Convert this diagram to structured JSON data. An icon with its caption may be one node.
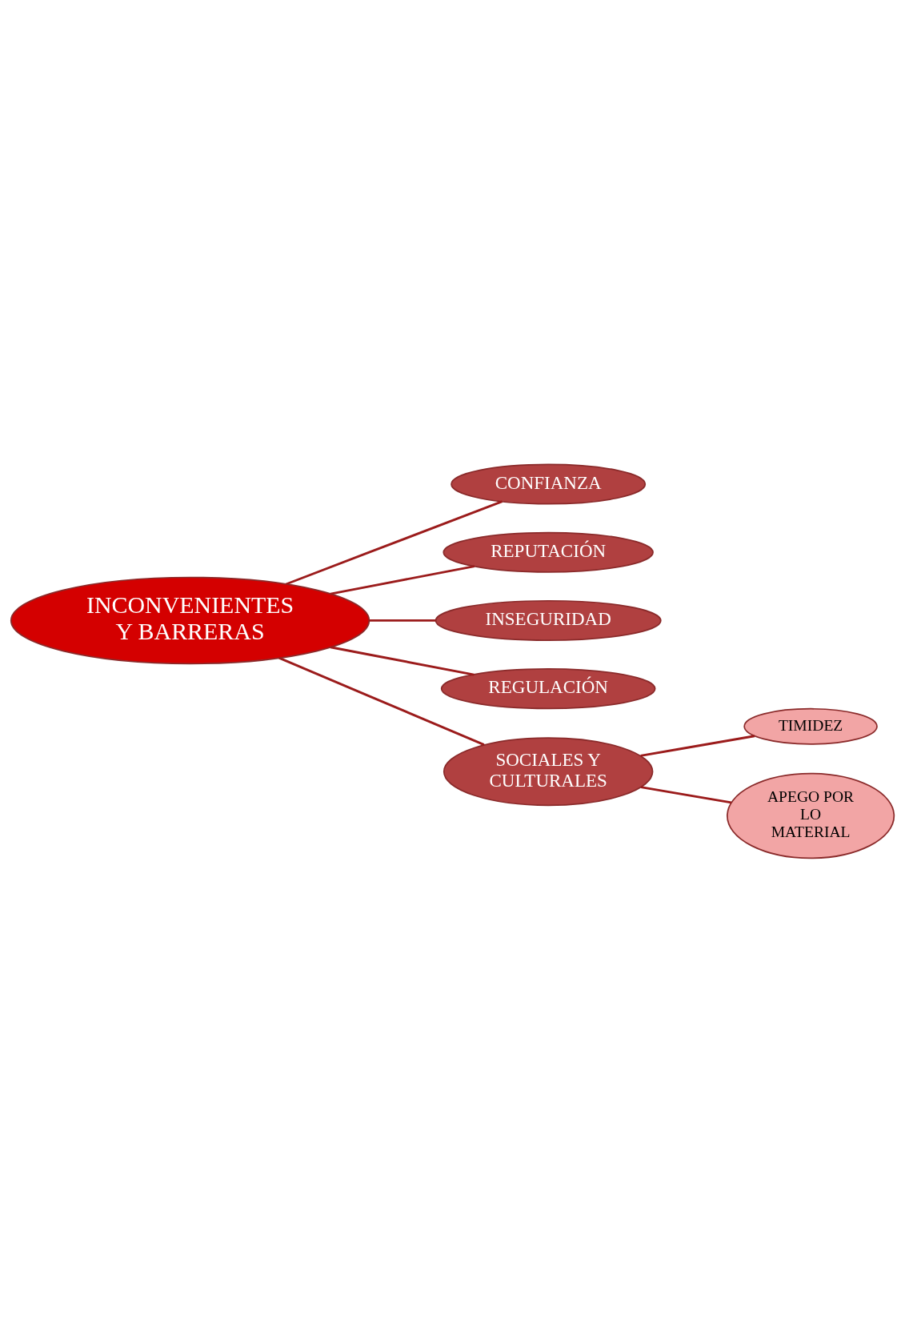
{
  "diagram": {
    "nodes": [
      {
        "text": [
          "INCONVENIENTES Y BARRERAS"
        ]
      },
      {
        "text": [
          "CONFIANZA"
        ]
      },
      {
        "text": [
          "REPUTACIÓN"
        ]
      },
      {
        "text": [
          "INSEGURIDAD"
        ]
      },
      {
        "text": [
          "REGULACIÓN"
        ]
      },
      {
        "text": [
          "SOCIALES Y CULTURALES"
        ]
      },
      {
        "text": [
          "TIMIDEZ"
        ]
      },
      {
        "text": [
          "APEGO POR LO MATERIAL"
        ]
      }
    ],
    "edges": [
      {
        "from": 0,
        "to": 1,
        "arrow": "none"
      },
      {
        "from": 0,
        "to": 2,
        "arrow": "none"
      },
      {
        "from": 0,
        "to": 3,
        "arrow": "none"
      },
      {
        "from": 0,
        "to": 4,
        "arrow": "none"
      },
      {
        "from": 0,
        "to": 5,
        "arrow": "none"
      },
      {
        "from": 5,
        "to": 6,
        "arrow": "none"
      },
      {
        "from": 5,
        "to": 7,
        "arrow": "none"
      }
    ]
  }
}
